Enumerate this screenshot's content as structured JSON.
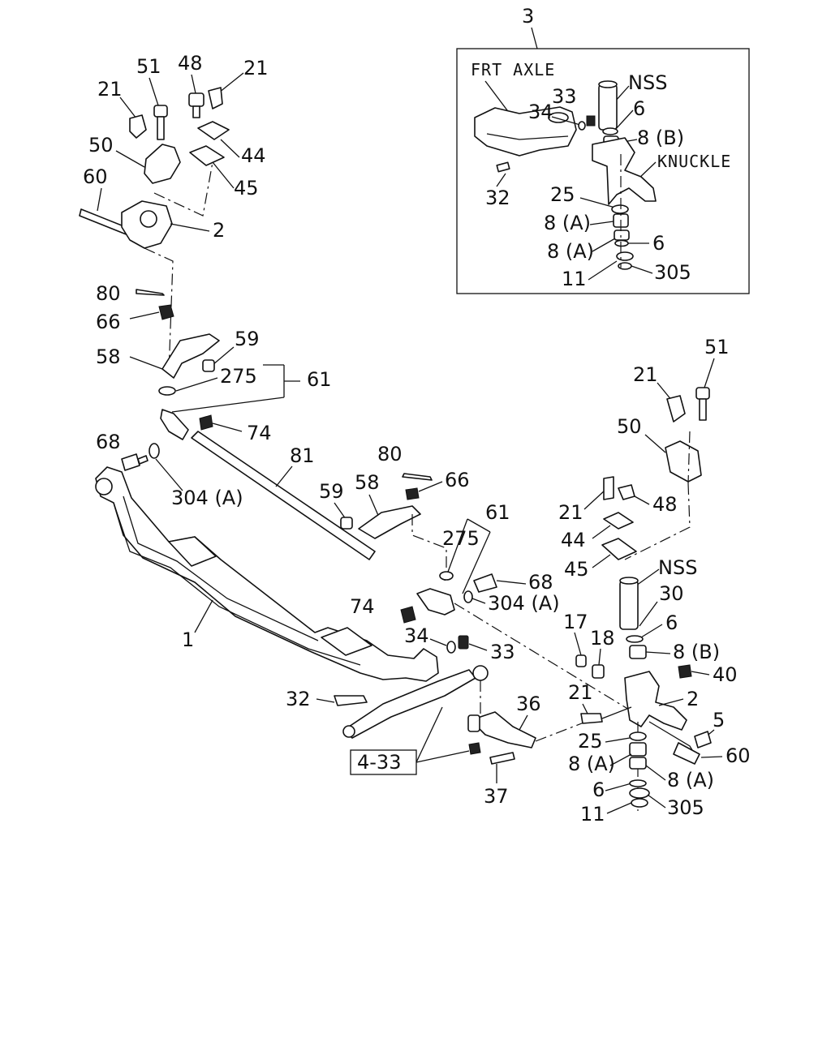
{
  "diagram": {
    "inset_labels": {
      "callout": "3",
      "frt_axle": "FRT AXLE",
      "nss": "NSS",
      "knuckle": "KNUCKLE",
      "p33": "33",
      "p34": "34",
      "p6a": "6",
      "p8b": "8 (B)",
      "p32": "32",
      "p25": "25",
      "p8a1": "8 (A)",
      "p8a2": "8 (A)",
      "p6b": "6",
      "p11": "11",
      "p305": "305"
    },
    "left_top_labels": {
      "p21a": "21",
      "p51": "51",
      "p48": "48",
      "p21b": "21",
      "p50": "50",
      "p44": "44",
      "p45": "45",
      "p60": "60",
      "p2": "2",
      "p80": "80",
      "p66": "66",
      "p59": "59",
      "p58": "58",
      "p275": "275",
      "p61": "61",
      "p74": "74",
      "p68": "68",
      "p304a": "304 (A)"
    },
    "middle_labels": {
      "p81": "81",
      "p80": "80",
      "p66": "66",
      "p59": "59",
      "p58": "58",
      "p61": "61",
      "p275": "275",
      "p68": "68",
      "p74": "74",
      "p304a": "304 (A)",
      "p1": "1",
      "p34": "34",
      "p33": "33",
      "p32": "32",
      "p36": "36",
      "ref_4_33": "4-33",
      "p37": "37"
    },
    "right_labels": {
      "p51": "51",
      "p21a": "21",
      "p50": "50",
      "p21b": "21",
      "p48": "48",
      "p44": "44",
      "p45": "45",
      "nss": "NSS",
      "p30": "30",
      "p6a": "6",
      "p17": "17",
      "p18": "18",
      "p8b": "8 (B)",
      "p40": "40",
      "p21c": "21",
      "p2": "2",
      "p5": "5",
      "p25": "25",
      "p60": "60",
      "p8a1": "8 (A)",
      "p8a2": "8 (A)",
      "p6b": "6",
      "p11": "11",
      "p305": "305"
    }
  }
}
